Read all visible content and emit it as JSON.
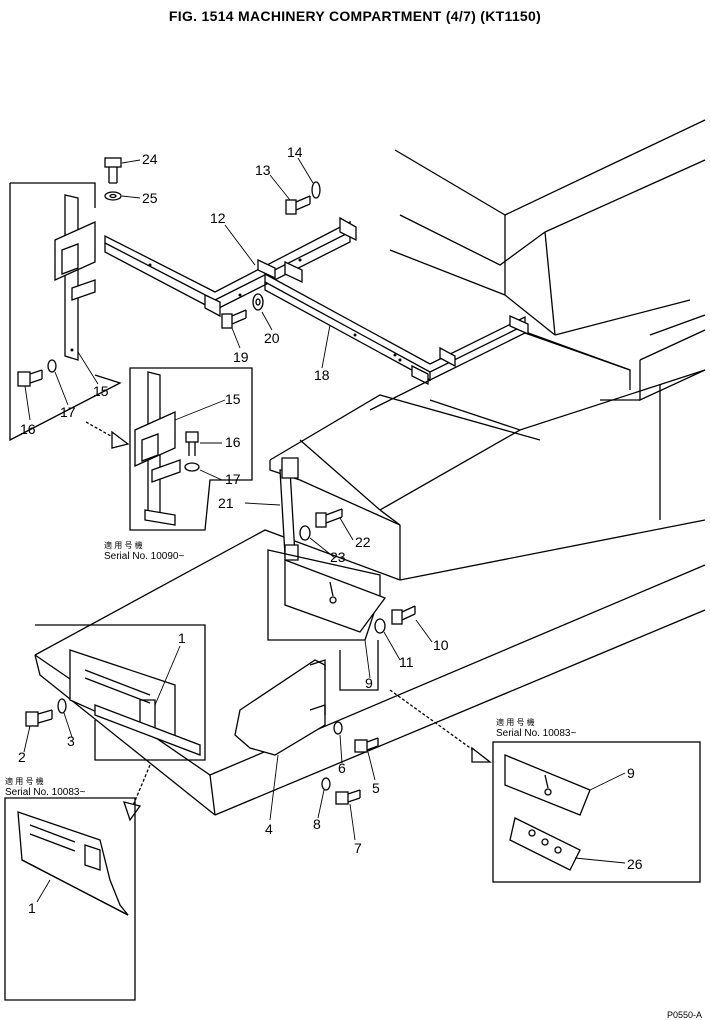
{
  "title": "FIG. 1514  MACHINERY COMPARTMENT (4/7) (KT1150)",
  "serial_notes": {
    "serial_10090": {
      "jp": "適 用 号 機",
      "label": "Serial No. 10090~"
    },
    "serial_10083_right": {
      "jp": "適 用 号 機",
      "label": "Serial No. 10083~"
    },
    "serial_10083_left": {
      "jp": "適 用 号 機",
      "label": "Serial No. 10083~"
    }
  },
  "page_ref": "P0550-A",
  "callouts": {
    "c24": "24",
    "c25": "25",
    "c13": "13",
    "c14": "14",
    "c12": "12",
    "c19": "19",
    "c20": "20",
    "c18": "18",
    "c15a": "15",
    "c16a": "16",
    "c17a": "17",
    "c15b": "15",
    "c16b": "16",
    "c17b": "17",
    "c21": "21",
    "c22": "22",
    "c23": "23",
    "c10": "10",
    "c11": "11",
    "c9a": "9",
    "c1a": "1",
    "c2": "2",
    "c3": "3",
    "c4": "4",
    "c5": "5",
    "c6": "6",
    "c7": "7",
    "c8": "8",
    "c9b": "9",
    "c26": "26",
    "c1b": "1"
  }
}
